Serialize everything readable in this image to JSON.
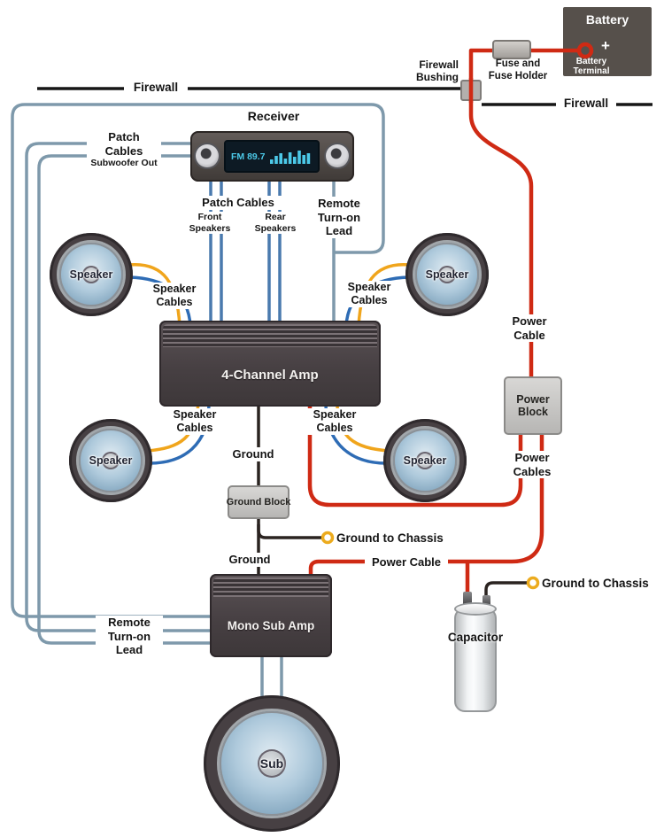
{
  "colors": {
    "power_wire": "#cf2a14",
    "ground_wire": "#2a2320",
    "steel_wire": "#7e99ab",
    "patch_wire": "#4a7aae",
    "speaker_wire_yellow": "#f0a51c",
    "speaker_wire_blue": "#2e6cb5",
    "firewall_line": "#161616",
    "ring_terminal_yellow": "#ecab1e",
    "battery_terminal_red": "#cf2a14",
    "display_text": "#4cc9e8"
  },
  "battery": {
    "title": "Battery",
    "plus": "+",
    "terminal_line1": "Battery",
    "terminal_line2": "Terminal"
  },
  "fuse": {
    "line1": "Fuse and",
    "line2": "Fuse Holder"
  },
  "firewall": {
    "left": "Firewall",
    "right": "Firewall",
    "bushing_line1": "Firewall",
    "bushing_line2": "Bushing"
  },
  "receiver": {
    "title": "Receiver",
    "display_freq": "FM 89.7",
    "spectrum_bars": [
      5,
      9,
      12,
      6,
      13,
      8,
      15,
      10,
      12
    ]
  },
  "patch_left": {
    "line1": "Patch",
    "line2": "Cables",
    "line3": "Subwoofer Out"
  },
  "patch_bottom": {
    "title": "Patch Cables",
    "front_line1": "Front",
    "front_line2": "Speakers",
    "rear_line1": "Rear",
    "rear_line2": "Speakers"
  },
  "remote": {
    "line1": "Remote",
    "line2": "Turn-on",
    "line3": "Lead"
  },
  "speaker": {
    "label": "Speaker",
    "cables_line1": "Speaker",
    "cables_line2": "Cables"
  },
  "amps": {
    "four_channel": "4-Channel Amp",
    "mono_sub": "Mono Sub Amp"
  },
  "sub": {
    "label": "Sub"
  },
  "power": {
    "cable_line1": "Power",
    "cable_line2": "Cable",
    "block_line1": "Power",
    "block_line2": "Block",
    "cables_line1": "Power",
    "cables_line2": "Cables",
    "cable_bottom": "Power Cable"
  },
  "ground": {
    "label": "Ground",
    "block_label": "Ground Block",
    "to_chassis": "Ground to Chassis"
  },
  "capacitor": {
    "label": "Capacitor"
  }
}
